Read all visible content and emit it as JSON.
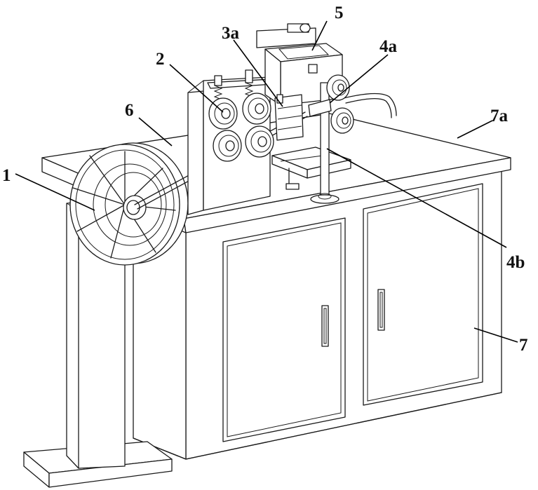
{
  "labels": {
    "l1": "1",
    "l2": "2",
    "l3a": "3a",
    "l4a": "4a",
    "l4b": "4b",
    "l5": "5",
    "l6": "6",
    "l7": "7",
    "l7a": "7a"
  }
}
